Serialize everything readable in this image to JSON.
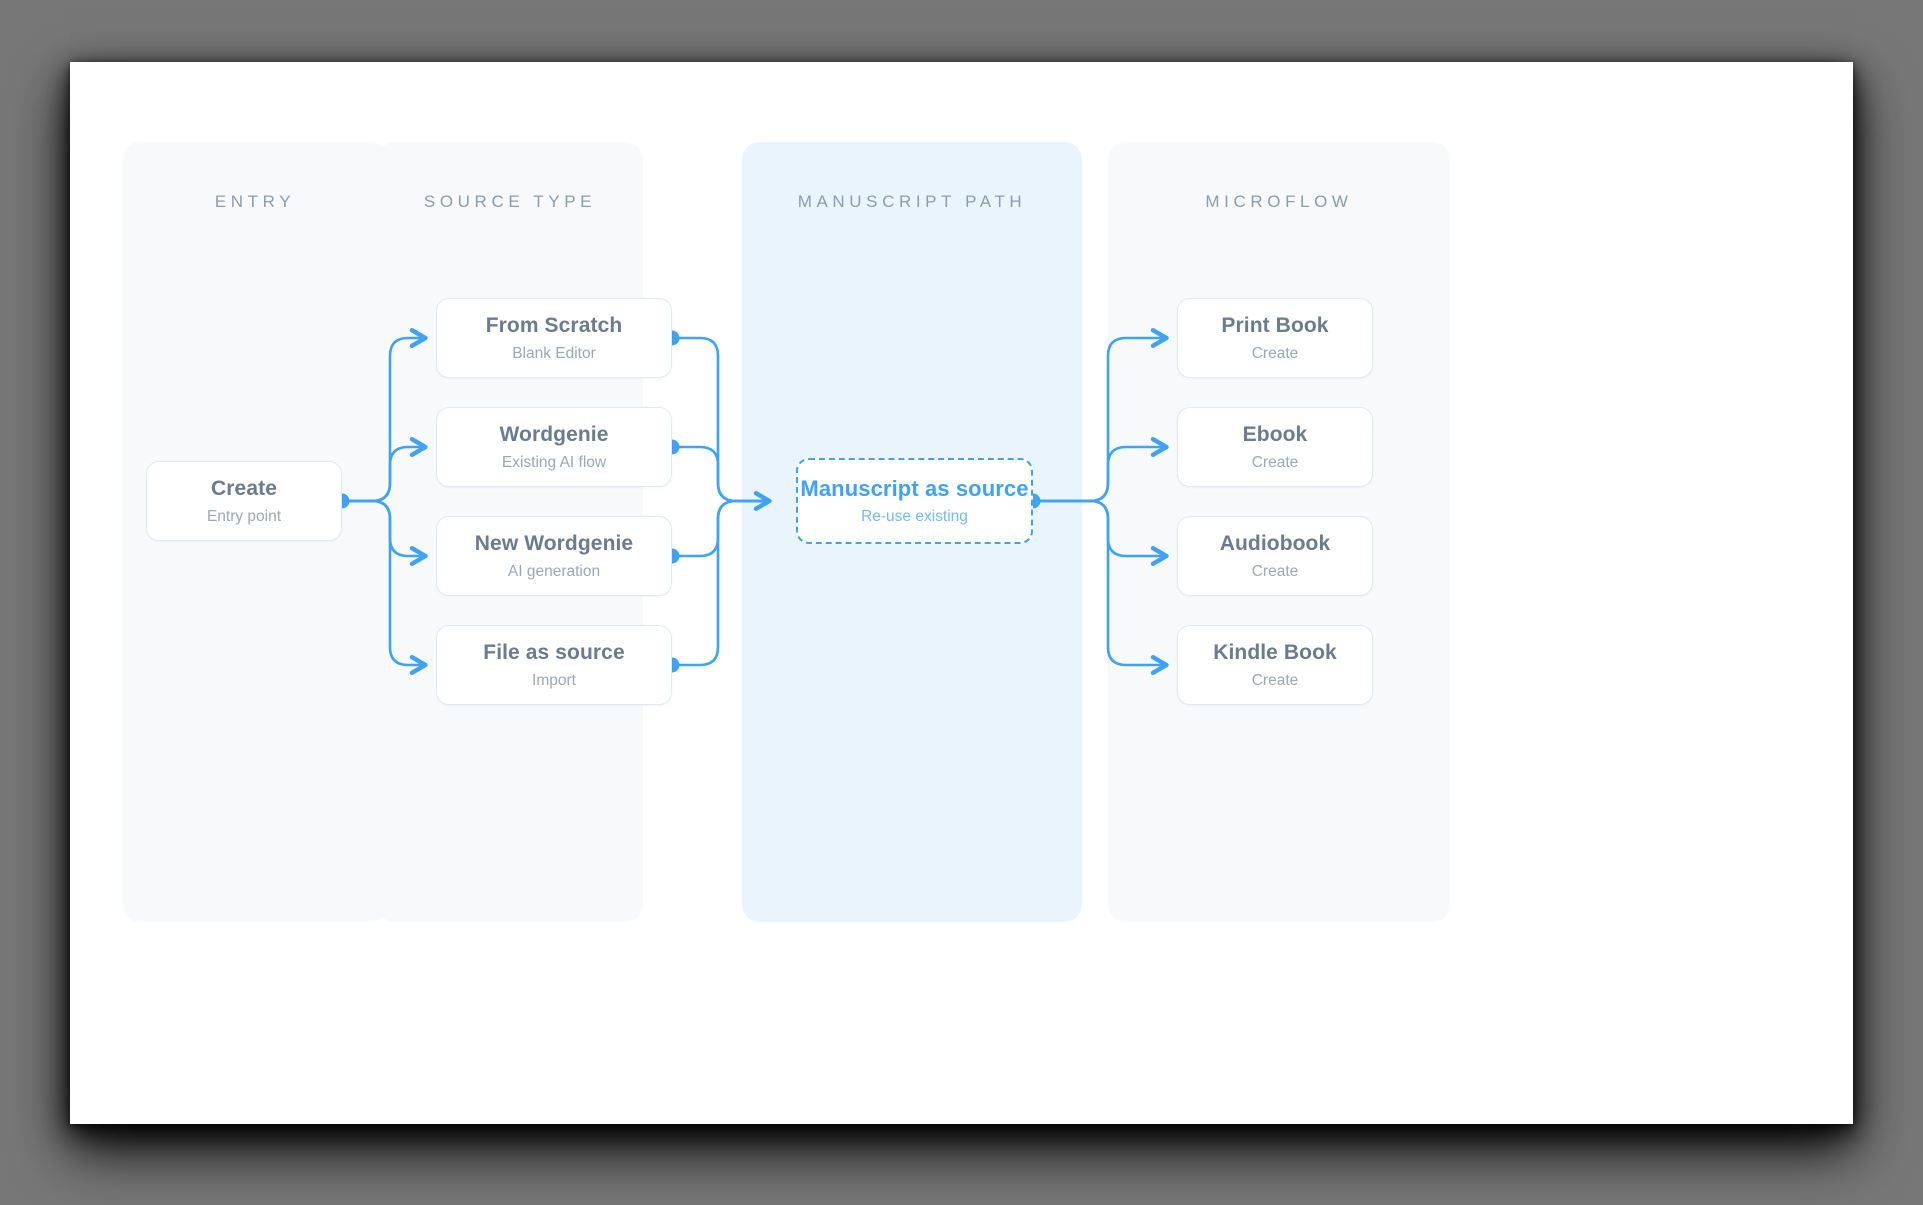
{
  "diagram": {
    "type": "flowchart",
    "accent_color": "#3fa2f7",
    "columns": [
      {
        "id": "entry",
        "label": "ENTRY",
        "highlight": false
      },
      {
        "id": "source",
        "label": "SOURCE TYPE",
        "highlight": false
      },
      {
        "id": "manuscript",
        "label": "MANUSCRIPT PATH",
        "highlight": true
      },
      {
        "id": "microflow",
        "label": "MICROFLOW",
        "highlight": false
      }
    ],
    "nodes": {
      "create": {
        "title": "Create",
        "subtitle": "Entry point"
      },
      "scratch": {
        "title": "From Scratch",
        "subtitle": "Blank Editor"
      },
      "wordgenie": {
        "title": "Wordgenie",
        "subtitle": "Existing AI flow"
      },
      "newword": {
        "title": "New Wordgenie",
        "subtitle": "AI generation"
      },
      "file": {
        "title": "File as source",
        "subtitle": "Import"
      },
      "manuscript": {
        "title": "Manuscript as source",
        "subtitle": "Re-use existing"
      },
      "print": {
        "title": "Print Book",
        "subtitle": "Create"
      },
      "ebook": {
        "title": "Ebook",
        "subtitle": "Create"
      },
      "audiobook": {
        "title": "Audiobook",
        "subtitle": "Create"
      },
      "kindle": {
        "title": "Kindle Book",
        "subtitle": "Create"
      }
    },
    "edges": [
      {
        "from": "create",
        "to": "scratch"
      },
      {
        "from": "create",
        "to": "wordgenie"
      },
      {
        "from": "create",
        "to": "newword"
      },
      {
        "from": "create",
        "to": "file"
      },
      {
        "from": "scratch",
        "to": "manuscript"
      },
      {
        "from": "wordgenie",
        "to": "manuscript"
      },
      {
        "from": "newword",
        "to": "manuscript"
      },
      {
        "from": "file",
        "to": "manuscript"
      },
      {
        "from": "manuscript",
        "to": "print"
      },
      {
        "from": "manuscript",
        "to": "ebook"
      },
      {
        "from": "manuscript",
        "to": "audiobook"
      },
      {
        "from": "manuscript",
        "to": "kindle"
      }
    ]
  }
}
